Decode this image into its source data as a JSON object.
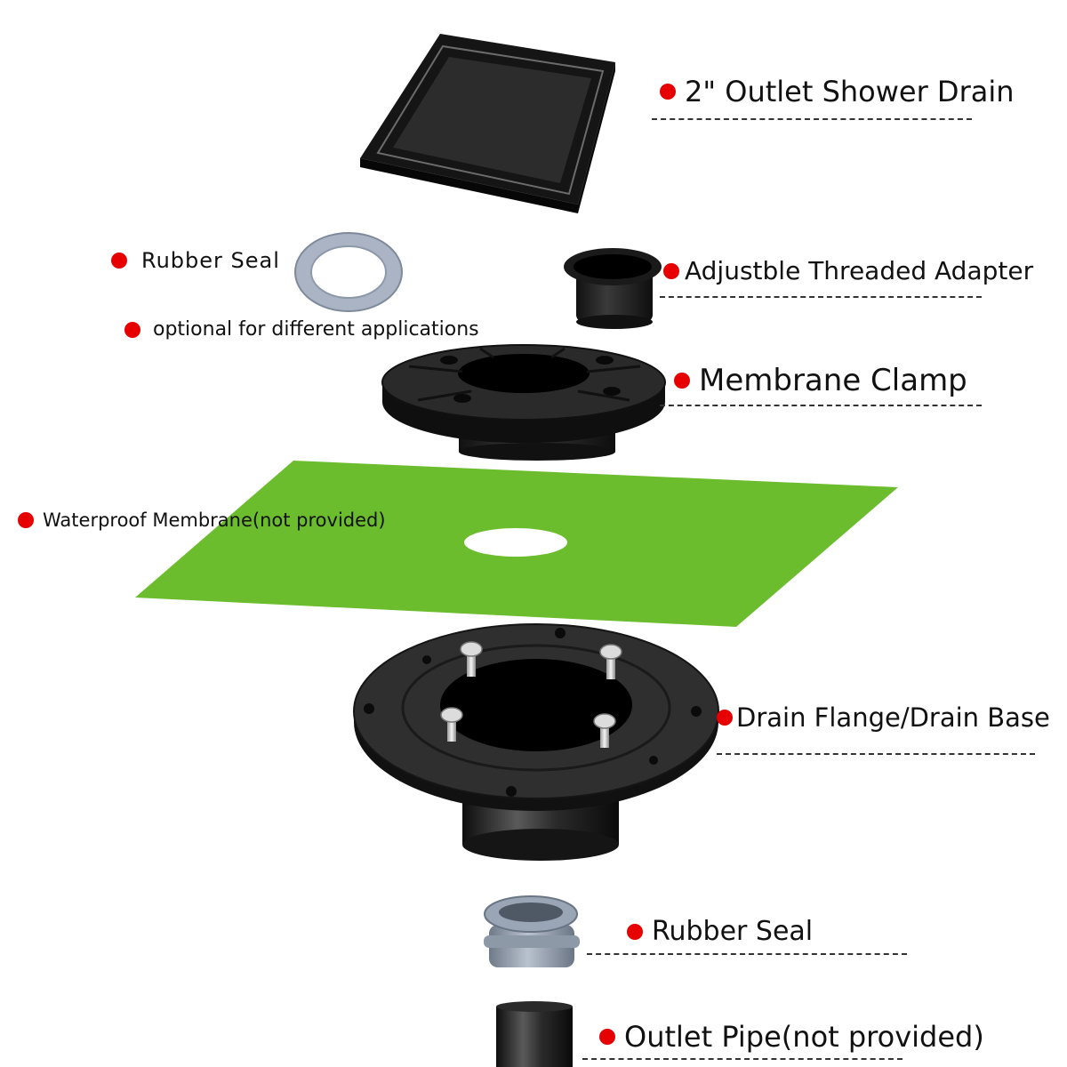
{
  "colors": {
    "dot": "#e60000",
    "membrane": "#6cbd2d",
    "part_black": "#1c1c1c",
    "seal_gray": "#a9b3c2"
  },
  "components": [
    {
      "id": "shower-drain",
      "label": "2\" Outlet Shower Drain"
    },
    {
      "id": "rubber-seal-top",
      "label": "Rubber Seal"
    },
    {
      "id": "optional-note",
      "label": "optional for different applications"
    },
    {
      "id": "threaded-adapter",
      "label": "Adjustble Threaded Adapter"
    },
    {
      "id": "membrane-clamp",
      "label": "Membrane Clamp"
    },
    {
      "id": "waterproof-membrane",
      "label": "Waterproof Membrane(not provided)"
    },
    {
      "id": "drain-flange",
      "label": "Drain Flange/Drain Base"
    },
    {
      "id": "rubber-seal-bottom",
      "label": "Rubber Seal"
    },
    {
      "id": "outlet-pipe",
      "label": "Outlet Pipe(not provided)"
    }
  ]
}
